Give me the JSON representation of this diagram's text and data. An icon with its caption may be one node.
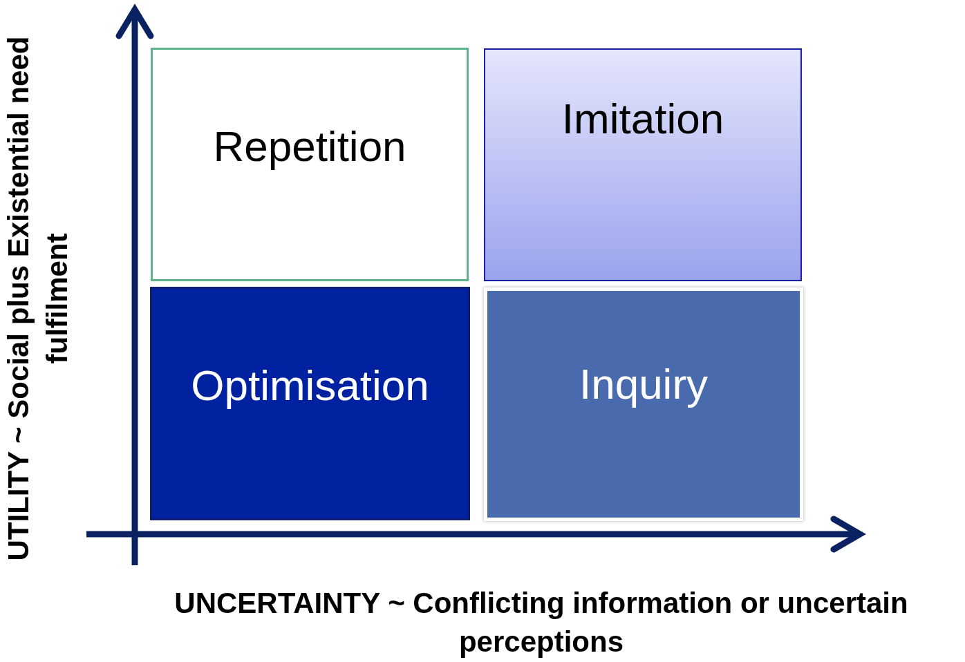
{
  "diagram": {
    "nodes": [
      {
        "text": [
          "Repetition"
        ]
      },
      {
        "text": [
          "Imitation"
        ]
      },
      {
        "text": [
          "Optimisation"
        ]
      },
      {
        "text": [
          "Inquiry"
        ]
      }
    ],
    "labels": [
      "UTILITY ~ Social plus Existential need fulfilment",
      "UNCERTAINTY ~ Conflicting information or uncertain perceptions"
    ]
  }
}
